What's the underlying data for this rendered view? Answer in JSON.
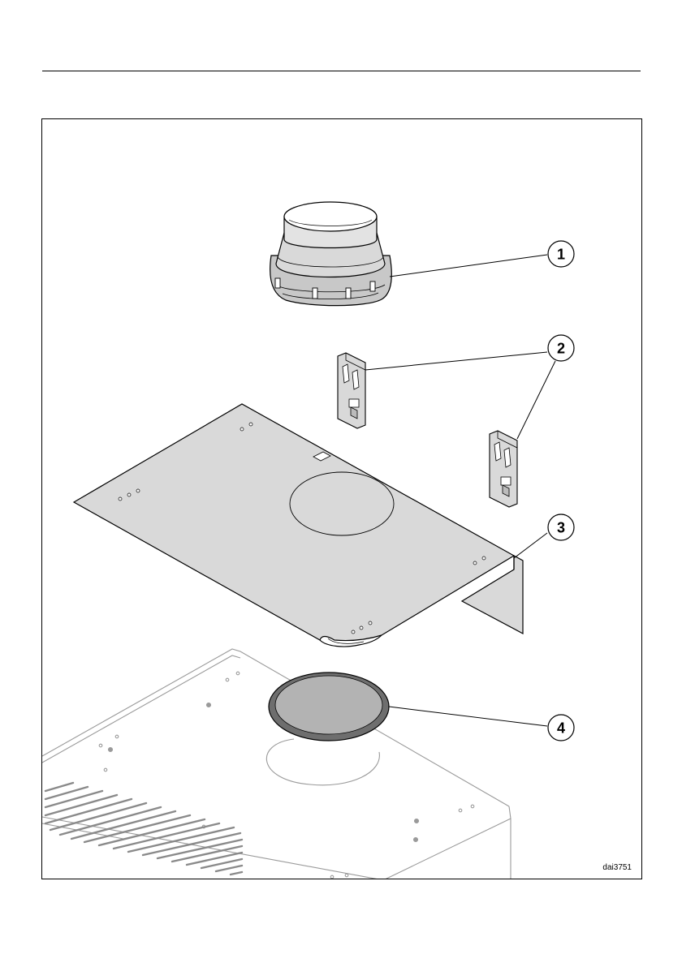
{
  "figure": {
    "code": "dai3751",
    "callouts": [
      {
        "number": "1"
      },
      {
        "number": "2"
      },
      {
        "number": "3"
      },
      {
        "number": "4"
      }
    ]
  },
  "colors": {
    "line": "#000000",
    "part_fill": "#d9d9d9",
    "gasket_ring": "#6e6e6e",
    "gasket_center": "#b3b3b3",
    "housing_line": "#9a9a9a"
  }
}
